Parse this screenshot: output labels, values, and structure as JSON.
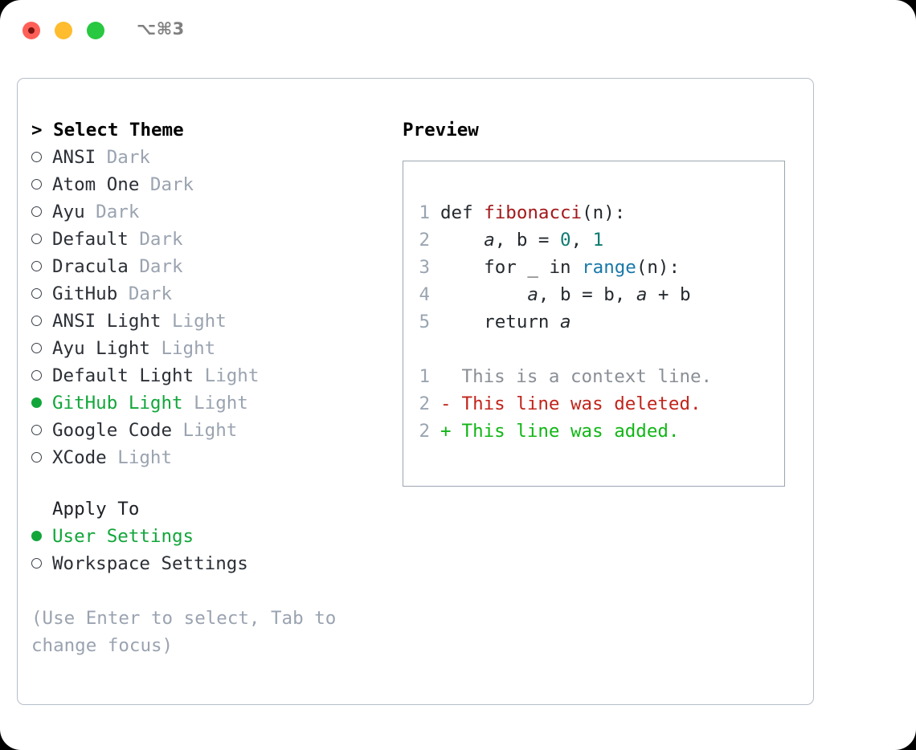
{
  "window": {
    "traffic_lights": [
      "close",
      "minimize",
      "maximize"
    ],
    "shortcut_label": "⌥⌘3"
  },
  "colors": {
    "accent_green": "#12a63a",
    "muted": "#9aa3b0",
    "text": "#2b2f36",
    "panel_border": "#b6bec9",
    "preview_border": "#9aa5b1",
    "diff_add": "#11b616",
    "diff_del": "#c0251b",
    "syntax_func": "#a3181a",
    "syntax_num": "#0f7a70",
    "syntax_builtin": "#1878a8"
  },
  "theme_picker": {
    "heading": "> Select Theme",
    "items": [
      {
        "name": "ANSI",
        "kind": "Dark",
        "selected": false
      },
      {
        "name": "Atom One",
        "kind": "Dark",
        "selected": false
      },
      {
        "name": "Ayu",
        "kind": "Dark",
        "selected": false
      },
      {
        "name": "Default",
        "kind": "Dark",
        "selected": false
      },
      {
        "name": "Dracula",
        "kind": "Dark",
        "selected": false
      },
      {
        "name": "GitHub",
        "kind": "Dark",
        "selected": false
      },
      {
        "name": "ANSI Light",
        "kind": "Light",
        "selected": false
      },
      {
        "name": "Ayu Light",
        "kind": "Light",
        "selected": false
      },
      {
        "name": "Default Light",
        "kind": "Light",
        "selected": false
      },
      {
        "name": "GitHub Light",
        "kind": "Light",
        "selected": true
      },
      {
        "name": "Google Code",
        "kind": "Light",
        "selected": false
      },
      {
        "name": "XCode",
        "kind": "Light",
        "selected": false
      }
    ]
  },
  "apply_to": {
    "heading": "Apply To",
    "items": [
      {
        "name": "User Settings",
        "selected": true
      },
      {
        "name": "Workspace Settings",
        "selected": false
      }
    ]
  },
  "hint": "(Use Enter to select, Tab to change focus)",
  "preview": {
    "title": "Preview",
    "code_lines": [
      {
        "no": "1",
        "tokens": [
          {
            "t": "def ",
            "c": "plain"
          },
          {
            "t": "fibonacci",
            "c": "func"
          },
          {
            "t": "(n):",
            "c": "plain"
          }
        ]
      },
      {
        "no": "2",
        "tokens": [
          {
            "t": "    ",
            "c": "plain"
          },
          {
            "t": "a",
            "c": "var"
          },
          {
            "t": ", ",
            "c": "plain"
          },
          {
            "t": "b",
            "c": "plain"
          },
          {
            "t": " = ",
            "c": "plain"
          },
          {
            "t": "0",
            "c": "num"
          },
          {
            "t": ", ",
            "c": "plain"
          },
          {
            "t": "1",
            "c": "num"
          }
        ]
      },
      {
        "no": "3",
        "tokens": [
          {
            "t": "    for _ in ",
            "c": "plain"
          },
          {
            "t": "range",
            "c": "builtin"
          },
          {
            "t": "(n):",
            "c": "plain"
          }
        ]
      },
      {
        "no": "4",
        "tokens": [
          {
            "t": "        ",
            "c": "plain"
          },
          {
            "t": "a",
            "c": "var"
          },
          {
            "t": ", ",
            "c": "plain"
          },
          {
            "t": "b",
            "c": "plain"
          },
          {
            "t": " = ",
            "c": "plain"
          },
          {
            "t": "b",
            "c": "plain"
          },
          {
            "t": ", ",
            "c": "plain"
          },
          {
            "t": "a",
            "c": "var"
          },
          {
            "t": " + ",
            "c": "plain"
          },
          {
            "t": "b",
            "c": "plain"
          }
        ]
      },
      {
        "no": "5",
        "tokens": [
          {
            "t": "    return ",
            "c": "plain"
          },
          {
            "t": "a",
            "c": "var"
          }
        ]
      }
    ],
    "diff_lines": [
      {
        "no": "1",
        "mark": " ",
        "text": "This is a context line.",
        "kind": "ctx"
      },
      {
        "no": "2",
        "mark": "-",
        "text": "This line was deleted.",
        "kind": "del"
      },
      {
        "no": "2",
        "mark": "+",
        "text": "This line was added.",
        "kind": "add"
      }
    ]
  }
}
